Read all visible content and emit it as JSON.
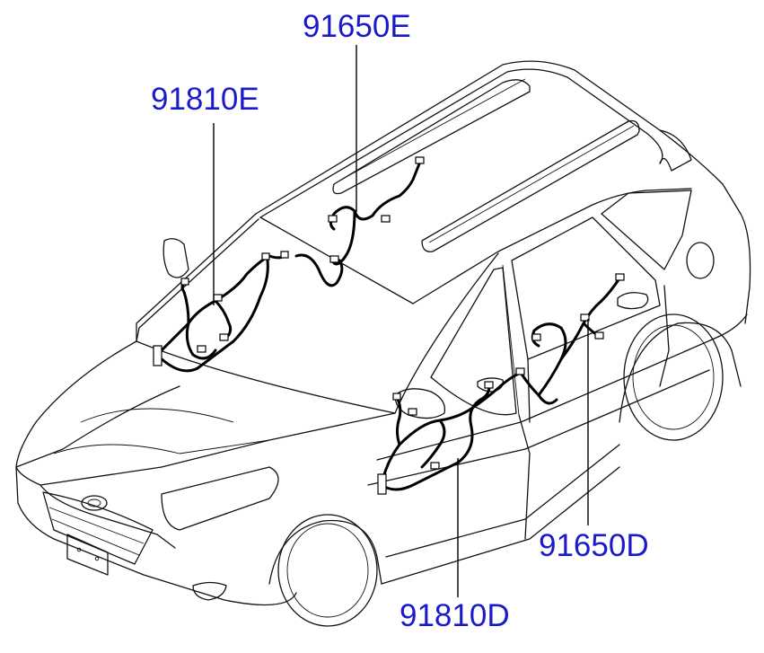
{
  "labels": {
    "top_roof_harness": "91650E",
    "front_door_harness_left": "91810E",
    "rear_door_harness": "91650D",
    "front_door_harness_right": "91810D"
  },
  "colors": {
    "label_text": "#1a1acc",
    "line": "#000000",
    "background": "#ffffff"
  }
}
